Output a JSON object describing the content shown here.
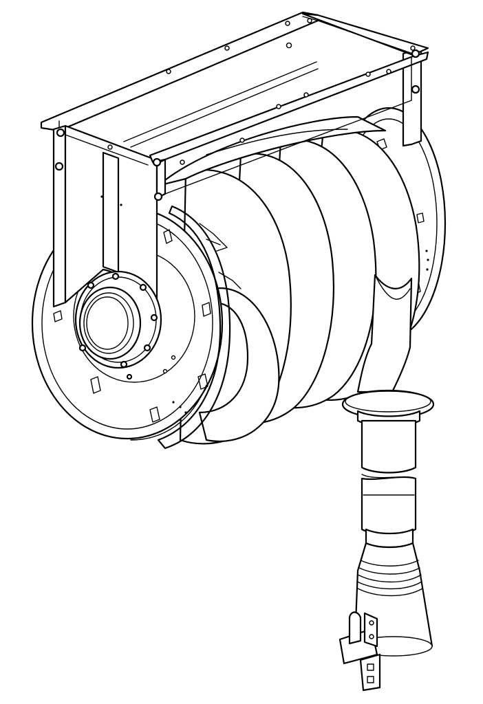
{
  "drawing": {
    "subject": "hose-reel-exhaust-extraction-unit",
    "colors": {
      "line": "#000000",
      "background": "#ffffff"
    },
    "parts": [
      "mounting-bracket-frame",
      "rear-reel-flange",
      "hose-coils",
      "front-reel-flange",
      "duct-outlet-flange",
      "hose-drop-section",
      "hose-clamp-ring",
      "exhaust-nozzle",
      "nozzle-holder-clip"
    ]
  }
}
